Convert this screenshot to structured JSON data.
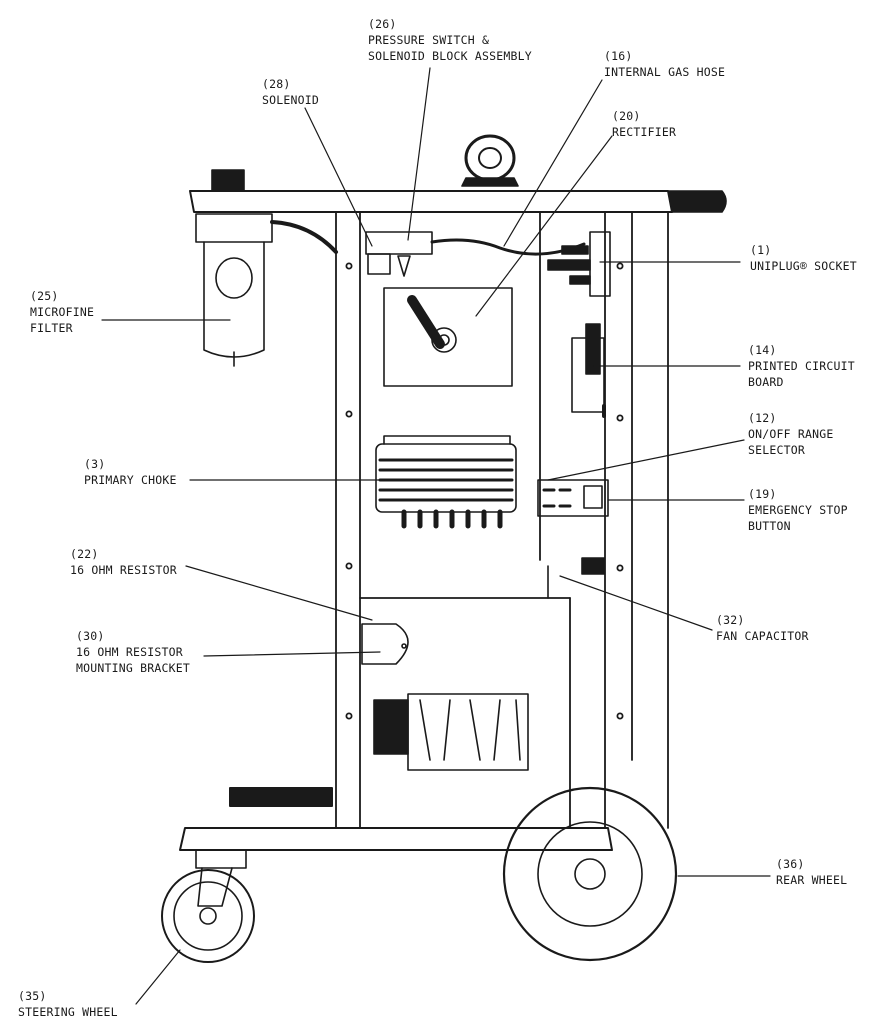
{
  "labels": {
    "pressure_switch": {
      "num": "(26)",
      "line1": "PRESSURE SWITCH &",
      "line2": "SOLENOID BLOCK ASSEMBLY"
    },
    "internal_gas_hose": {
      "num": "(16)",
      "line1": "INTERNAL GAS HOSE"
    },
    "solenoid": {
      "num": "(28)",
      "line1": "SOLENOID"
    },
    "rectifier": {
      "num": "(20)",
      "line1": "RECTIFIER"
    },
    "uniplug_socket": {
      "num": "(1)",
      "line1": "UNIPLUG®  SOCKET"
    },
    "microfine_filter": {
      "num": "(25)",
      "line1": "MICROFINE",
      "line2": "FILTER"
    },
    "printed_circuit_board": {
      "num": "(14)",
      "line1": "PRINTED CIRCUIT",
      "line2": "BOARD"
    },
    "range_selector": {
      "num": "(12)",
      "line1": "ON/OFF RANGE",
      "line2": "SELECTOR"
    },
    "primary_choke": {
      "num": "(3)",
      "line1": "PRIMARY CHOKE"
    },
    "emergency_stop": {
      "num": "(19)",
      "line1": "EMERGENCY STOP",
      "line2": "BUTTON"
    },
    "ohm_resistor": {
      "num": "(22)",
      "line1": "16 OHM RESISTOR"
    },
    "fan_capacitor": {
      "num": "(32)",
      "line1": "FAN CAPACITOR"
    },
    "resistor_bracket": {
      "num": "(30)",
      "line1": "16 OHM RESISTOR",
      "line2": "MOUNTING BRACKET"
    },
    "rear_wheel": {
      "num": "(36)",
      "line1": "REAR WHEEL"
    },
    "steering_wheel": {
      "num": "(35)",
      "line1": "STEERING WHEEL"
    }
  },
  "colors": {
    "line": "#1a1a1a",
    "paper": "#ffffff"
  }
}
